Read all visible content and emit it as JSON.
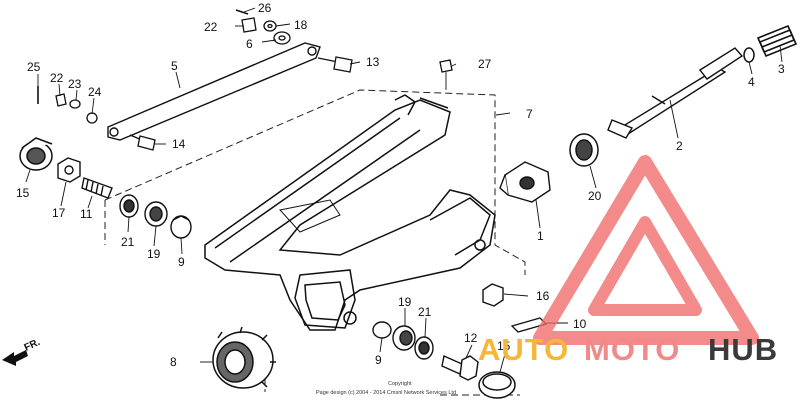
{
  "callouts": {
    "c1": "1",
    "c2": "2",
    "c3": "3",
    "c4": "4",
    "c5": "5",
    "c6": "6",
    "c7": "7",
    "c8": "8",
    "c9a": "9",
    "c9b": "9",
    "c10": "10",
    "c11": "11",
    "c12": "12",
    "c13": "13",
    "c14": "14",
    "c15a": "15",
    "c15b": "15",
    "c16": "16",
    "c17": "17",
    "c18": "18",
    "c19a": "19",
    "c19b": "19",
    "c20": "20",
    "c21a": "21",
    "c21b": "21",
    "c22a": "22",
    "c22b": "22",
    "c23": "23",
    "c24": "24",
    "c25": "25",
    "c26": "26",
    "c27": "27"
  },
  "direction_marker": "FR.",
  "copyright": "Page design (c) 2004 - 2014 Cmsnl Network Services Ltd",
  "copyright_short": "Copyright",
  "watermark": {
    "word_auto": "AUTO",
    "word_moto": "MOTO",
    "word_hub": "HUB",
    "color_auto": "#f5b73a",
    "color_moto": "#f08a8a",
    "color_hub": "#3a3a3a",
    "logo_color": "#f26b6b"
  }
}
